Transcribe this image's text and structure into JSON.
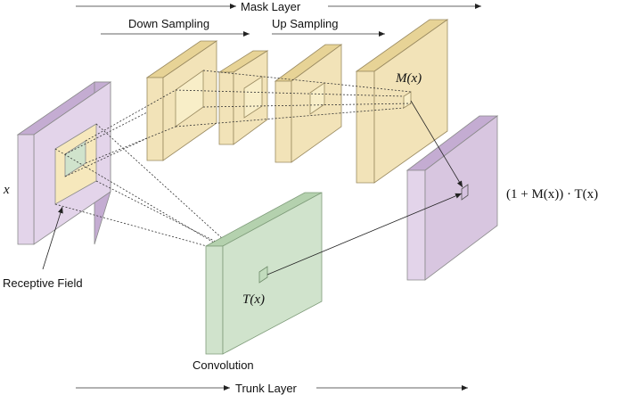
{
  "labels": {
    "mask_layer": "Mask Layer",
    "down_sampling": "Down Sampling",
    "up_sampling": "Up Sampling",
    "trunk_layer": "Trunk Layer",
    "convolution": "Convolution",
    "receptive_field": "Receptive Field",
    "input": "x",
    "mask_output": "M(x)",
    "trunk_output": "T(x)",
    "result": "(1 + M(x)) · T(x)"
  },
  "colors": {
    "purple_face": "#e3d4ea",
    "purple_side": "#c4acd2",
    "yellow_face": "#f2e3b8",
    "yellow_side": "#e7d396",
    "green_face": "#d0e3cc",
    "green_side": "#b4d1ae",
    "stroke": "#8a8a8a"
  }
}
